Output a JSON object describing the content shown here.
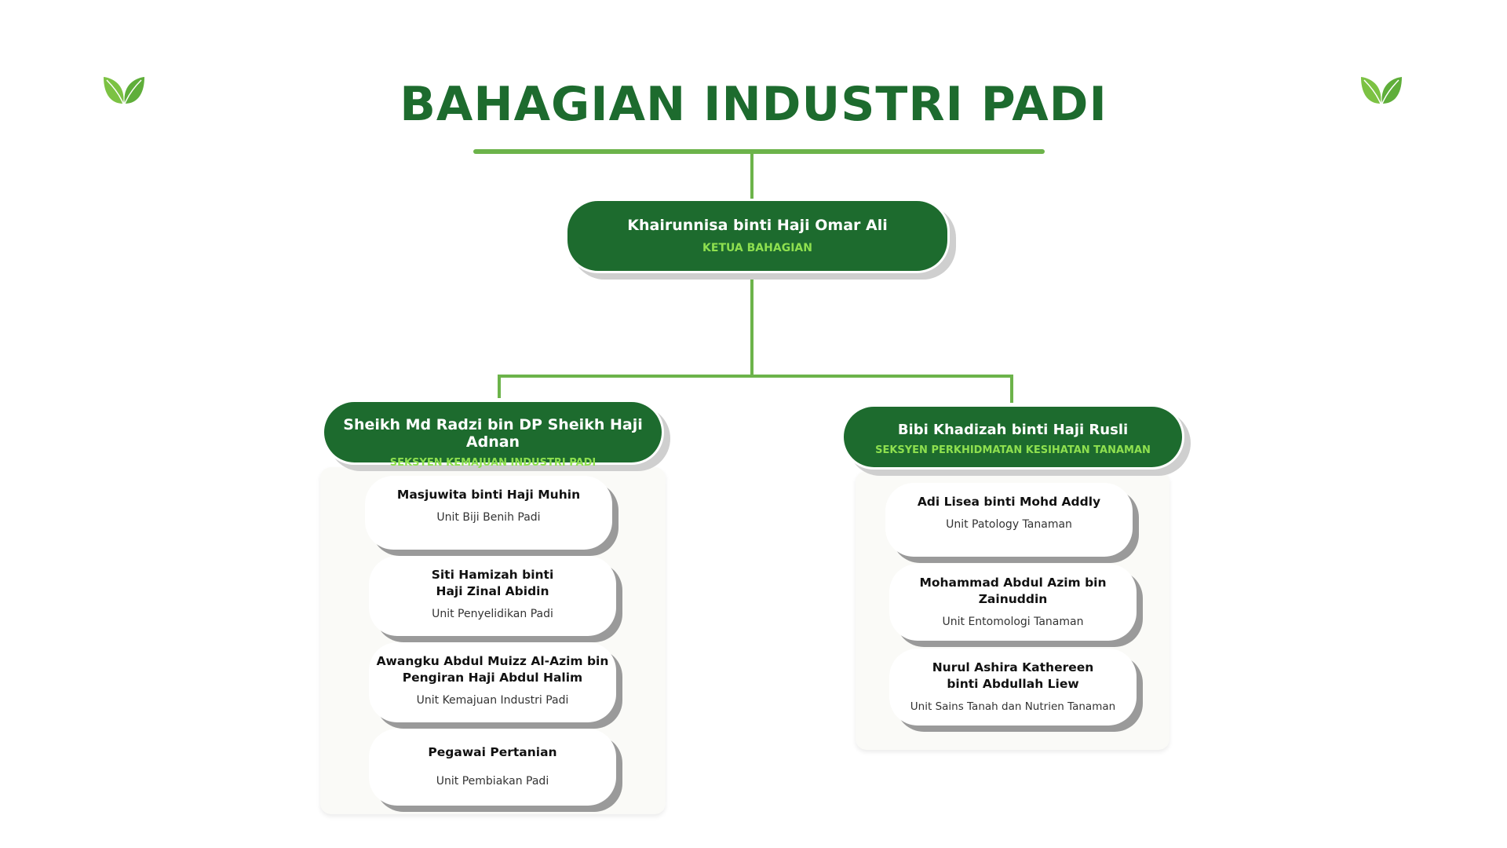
{
  "title": "BAHAGIAN INDUSTRI PADI",
  "colors": {
    "primary": "#1d6b2e",
    "accent": "#8ee04f",
    "line": "#6cb34a"
  },
  "icons": {
    "left": "leaf-icon",
    "right": "leaf-icon"
  },
  "head": {
    "name": "Khairunnisa binti Haji Omar Ali",
    "role": "KETUA BAHAGIAN"
  },
  "sections": [
    {
      "name": "Sheikh Md Radzi bin DP Sheikh Haji Adnan",
      "role": "SEKSYEN KEMAJUAN INDUSTRI PADI",
      "units": [
        {
          "name": "Masjuwita binti Haji Muhin",
          "unit": "Unit Biji Benih Padi"
        },
        {
          "name": "Siti Hamizah binti Haji Zinal Abidin",
          "unit": "Unit Penyelidikan Padi"
        },
        {
          "name": "Awangku Abdul Muizz Al-Azim bin Pengiran Haji Abdul Halim",
          "unit": "Unit Kemajuan Industri Padi"
        },
        {
          "name": "Pegawai Pertanian",
          "unit": "Unit Pembiakan Padi"
        }
      ]
    },
    {
      "name": "Bibi Khadizah binti Haji Rusli",
      "role": "SEKSYEN PERKHIDMATAN KESIHATAN TANAMAN",
      "units": [
        {
          "name": "Adi Lisea binti Mohd Addly",
          "unit": "Unit Patology Tanaman"
        },
        {
          "name": "Mohammad Abdul Azim bin Zainuddin",
          "unit": "Unit Entomologi Tanaman"
        },
        {
          "name": "Nurul Ashira Kathereen binti Abdullah Liew",
          "unit": "Unit Sains Tanah dan Nutrien Tanaman"
        }
      ]
    }
  ]
}
